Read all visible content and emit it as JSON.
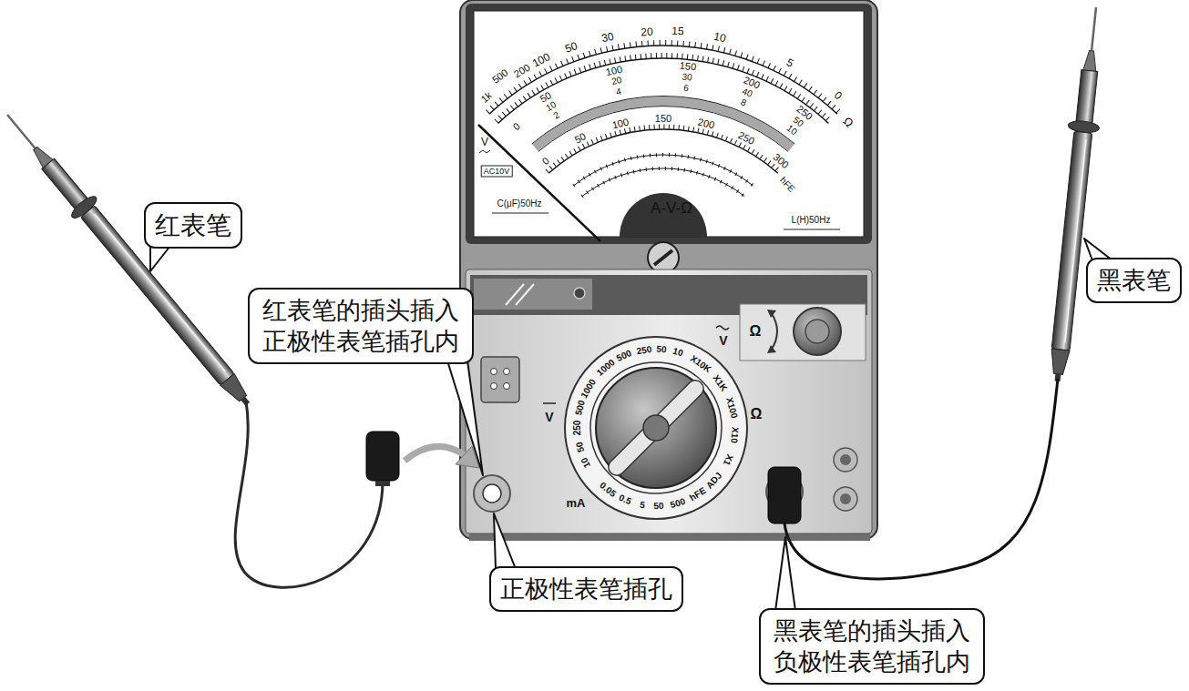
{
  "diagram": {
    "nodes": [
      {
        "text": [
          "红表笔"
        ]
      },
      {
        "text": [
          "红表笔的插头插入 正极性表笔插孔内"
        ]
      },
      {
        "text": [
          "正极性表笔插孔"
        ]
      },
      {
        "text": [
          "黑表笔"
        ]
      },
      {
        "text": [
          "黑表笔的插头插入 负极性表笔插孔内"
        ]
      }
    ],
    "labels": [
      "1k",
      "500",
      "200",
      "100",
      "50",
      "30",
      "20",
      "15",
      "10",
      "5",
      "0",
      "Ω",
      "0",
      "50",
      "10",
      "2",
      "100",
      "20",
      "4",
      "150",
      "30",
      "6",
      "200",
      "40",
      "8",
      "250",
      "50",
      "10",
      "0",
      "50",
      "100",
      "150",
      "200",
      "250",
      "300",
      "hFE",
      "V",
      "AC10V",
      "C(μF)50Hz",
      "A-V-Ω",
      "L(H)50Hz",
      "Ω",
      "1000",
      "500",
      "250",
      "50",
      "10",
      "V",
      "X10K",
      "X1K",
      "X100",
      "X10",
      "X1",
      "Ω",
      "ADJ",
      "hFE",
      "500",
      "50",
      "5",
      "0.5",
      "0.05",
      "mA",
      "1000",
      "500",
      "250",
      "50",
      "10",
      "V"
    ]
  }
}
